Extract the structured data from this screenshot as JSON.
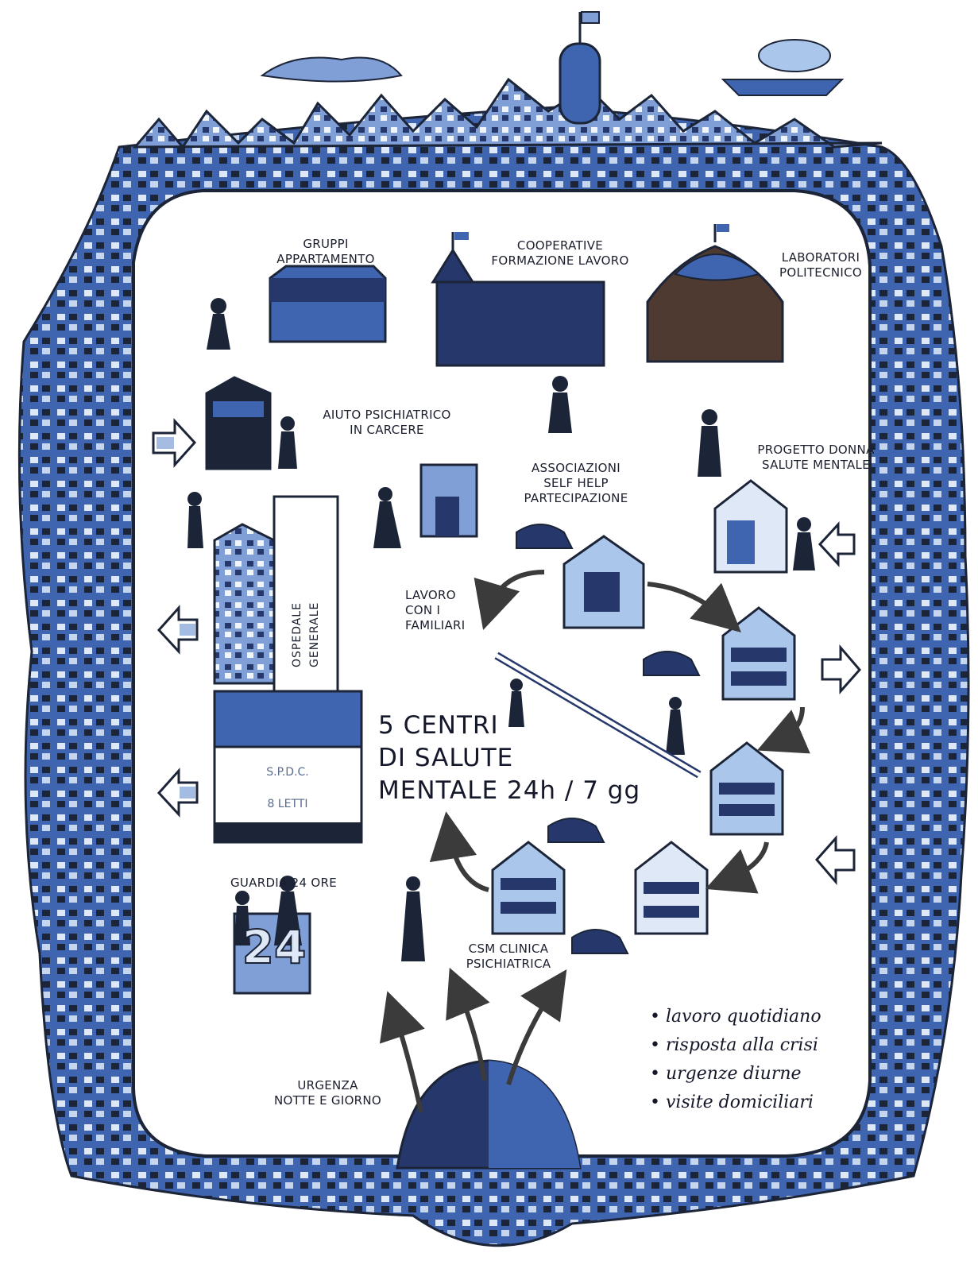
{
  "labels": {
    "gruppi": "GRUPPI\nAPPARTAMENTO",
    "cooperative": "COOPERATIVE\nFORMAZIONE LAVORO",
    "laboratori": "LABORATORI\nPOLITECNICO",
    "aiuto": "AIUTO PSICHIATRICO\nIN CARCERE",
    "associazioni": "ASSOCIAZIONI\nSELF HELP\nPARTECIPAZIONE",
    "progetto": "PROGETTO DONNA\nSALUTE MENTALE",
    "lavoro": "LAVORO\nCON I\nFAMILIARI",
    "ospedale_1": "OSPEDALE",
    "ospedale_2": "GENERALE",
    "spdc": "S.P.D.C.",
    "letti": "8 LETTI",
    "guardia": "GUARDIA 24 ORE",
    "csm": "CSM CLINICA\nPSICHIATRICA",
    "urgenza": "URGENZA\nNOTTE E GIORNO",
    "sign_24": "24"
  },
  "center_title": {
    "line1": "5 CENTRI",
    "line2": "DI SALUTE",
    "line3": "MENTALE 24h / 7 gg"
  },
  "bullets": [
    "lavoro quotidiano",
    "risposta alla crisi",
    "urgenze diurne",
    "visite domiciliari"
  ],
  "colors": {
    "border_blue": "#3f64b0",
    "deep_blue": "#26386b",
    "light_blue": "#aac6ea",
    "dark_navy": "#1c2438",
    "brown": "#4e3a30",
    "ink": "#15182a"
  }
}
